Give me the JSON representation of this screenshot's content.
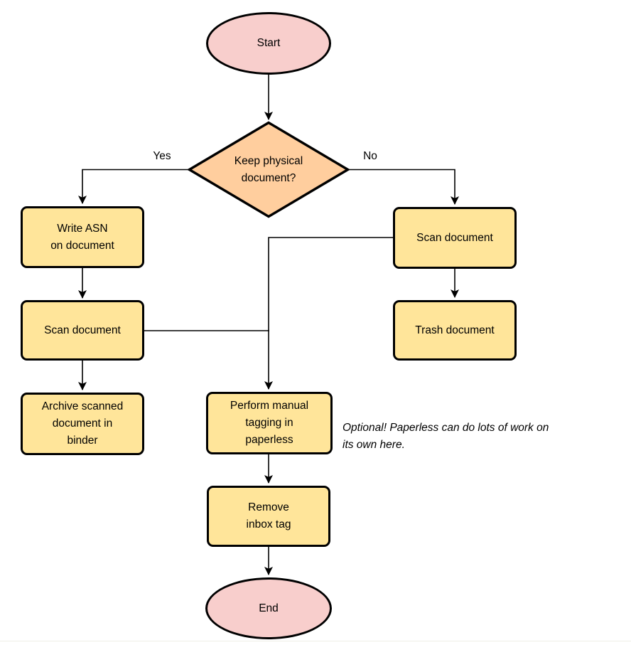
{
  "nodes": {
    "start": {
      "type": "terminator",
      "label": "Start"
    },
    "decision": {
      "type": "decision",
      "label": "Keep physical\ndocument?"
    },
    "write_asn": {
      "type": "process",
      "label": "Write ASN\non document"
    },
    "scan_left": {
      "type": "process",
      "label": "Scan document"
    },
    "archive": {
      "type": "process",
      "label": "Archive scanned\ndocument in\nbinder"
    },
    "scan_right": {
      "type": "process",
      "label": "Scan document"
    },
    "trash": {
      "type": "process",
      "label": "Trash document"
    },
    "tagging": {
      "type": "process",
      "label": "Perform manual\ntagging in\npaperless"
    },
    "remove_inbox": {
      "type": "process",
      "label": "Remove\ninbox tag"
    },
    "end": {
      "type": "terminator",
      "label": "End"
    }
  },
  "edge_labels": {
    "yes": "Yes",
    "no": "No"
  },
  "annotation": {
    "text": "Optional! Paperless can do lots of work on\nits own here."
  },
  "colors": {
    "terminator_fill": "#f8cecc",
    "decision_fill": "#ffce9e",
    "process_fill": "#ffe59a",
    "stroke": "#000000",
    "divider": "#efefe8"
  }
}
